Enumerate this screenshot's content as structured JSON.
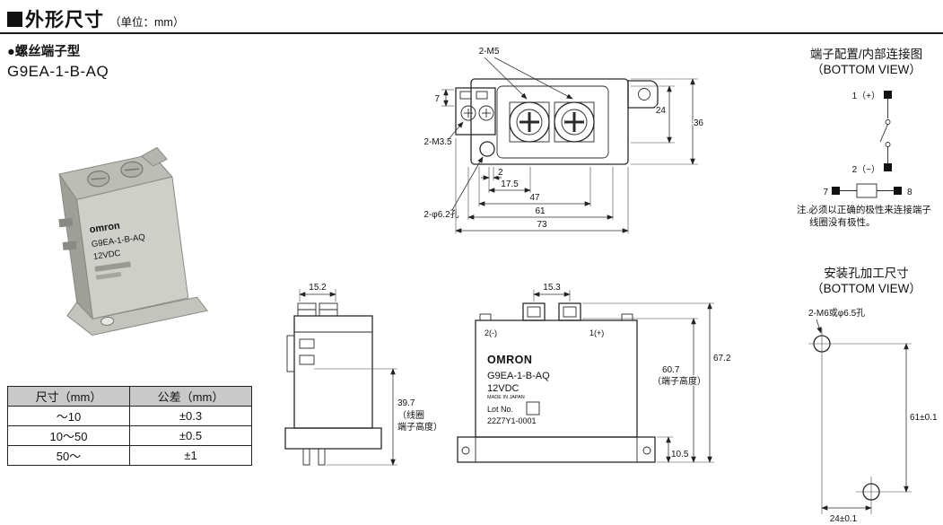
{
  "header": {
    "title": "外形尺寸",
    "unit": "（单位：mm）"
  },
  "left": {
    "type_label": "●螺丝端子型",
    "model": "G9EA-1-B-AQ",
    "photo": {
      "brand": "omron",
      "model": "G9EA-1-B-AQ",
      "voltage": "12VDC"
    }
  },
  "tolerance_table": {
    "headers": [
      "尺寸（mm）",
      "公差（mm）"
    ],
    "rows": [
      {
        "size": "～10",
        "tol": "±0.3"
      },
      {
        "size": "10～50",
        "tol": "±0.5"
      },
      {
        "size": "50～",
        "tol": "±1"
      }
    ]
  },
  "top_view": {
    "label_m5": "2-M5",
    "label_m35": "2-M3.5",
    "label_hole": "2-φ6.2孔",
    "dim_7": "7",
    "dim_24": "24",
    "dim_36": "36",
    "dim_2": "2",
    "dim_17_5": "17.5",
    "dim_47": "47",
    "dim_61": "61",
    "dim_73": "73"
  },
  "side_view": {
    "dim_15_2": "15.2",
    "dim_39_7": "39.7",
    "note_line1": "（线圈",
    "note_line2": "端子高度）"
  },
  "front_view": {
    "dim_15_3": "15.3",
    "pin_left": "2(-)",
    "pin_right": "1(+)",
    "brand": "OMRON",
    "model": "G9EA-1-B-AQ",
    "voltage": "12VDC",
    "made_in": "MADE IN JAPAN",
    "lot_label": "Lot No.",
    "lot_value": "22Z7Y1-0001",
    "dim_67_2": "67.2",
    "dim_60_7": "60.7",
    "note_60_7": "（端子高度）",
    "dim_10_5": "10.5"
  },
  "terminal_config": {
    "title": "端子配置/内部连接图",
    "subtitle": "（BOTTOM VIEW）",
    "pin1": "1（+）",
    "pin2": "2（−）",
    "pin7": "7",
    "pin8": "8",
    "note1": "注.必须以正确的极性来连接端子",
    "note2": "线圈没有极性。"
  },
  "mounting": {
    "title": "安装孔加工尺寸",
    "subtitle": "（BOTTOM VIEW）",
    "hole_label": "2-M6或φ6.5孔",
    "dim_v": "61±0.1",
    "dim_h": "24±0.1"
  }
}
